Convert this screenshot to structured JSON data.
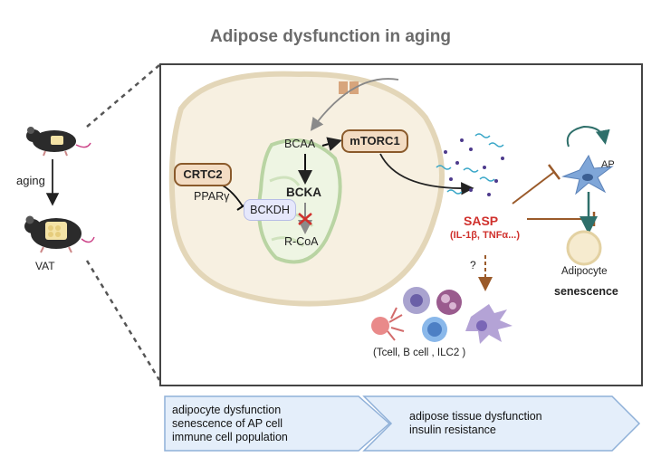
{
  "title": "Adipose dysfunction in aging",
  "left": {
    "aging": "aging",
    "vat": "VAT"
  },
  "cell": {
    "crtc2": "CRTC2",
    "ppar": "PPARγ",
    "bckdh": "BCKDH",
    "bcaa": "BCAA",
    "bcka": "BCKA",
    "rcoa": "R-CoA",
    "mtorc1": "mTORC1"
  },
  "sasp": {
    "label": "SASP",
    "sub": "(IL-1β, TNFα...)",
    "question": "?"
  },
  "right": {
    "ap": "AP",
    "adipocyte": "Adipocyte",
    "senescence": "senescence"
  },
  "immune": {
    "label": "(Tcell, B cell , ILC2 )"
  },
  "bottom": {
    "left_lines": [
      "adipocyte dysfunction",
      "senescence of AP cell",
      "immune cell population"
    ],
    "right_lines": [
      "adipose tissue dysfunction",
      "insulin resistance"
    ]
  },
  "colors": {
    "sasp_red": "#d0312d",
    "pill_border": "#8a5a2b",
    "teal": "#2e6f6a",
    "cell_fill": "#f7f0e1",
    "chevron_fill": "#e4eefa",
    "chevron_border": "#8fb0d8"
  }
}
